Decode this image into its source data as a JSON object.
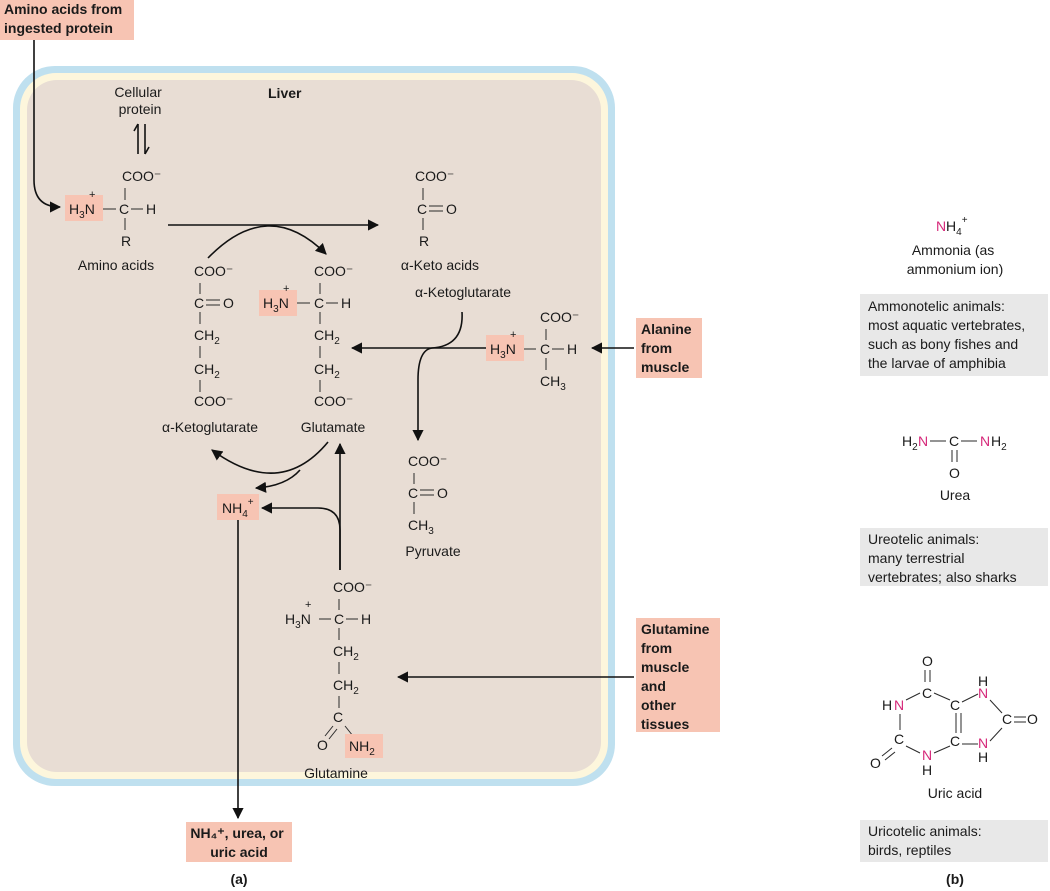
{
  "panel_a": {
    "label": "(a)",
    "liver_label": "Liver",
    "input_amino_acids": [
      "Amino acids from",
      "ingested protein"
    ],
    "cellular_protein": [
      "Cellular",
      "protein"
    ],
    "amino_acids_label": "Amino acids",
    "keto_acids_label": "α-Keto acids",
    "akg_top_label": "α-Ketoglutarate",
    "akg_left_label": "α-Ketoglutarate",
    "glutamate_label": "Glutamate",
    "pyruvate_label": "Pyruvate",
    "glutamine_label": "Glutamine",
    "alanine_source": [
      "Alanine",
      "from",
      "muscle"
    ],
    "glutamine_source": [
      "Glutamine",
      "from",
      "muscle",
      "and",
      "other",
      "tissues"
    ],
    "output_label": [
      "NH₄⁺, urea, or",
      "uric acid"
    ]
  },
  "panel_b": {
    "label": "(b)",
    "ammonia_caption": [
      "Ammonia (as",
      "ammonium ion)"
    ],
    "ammonotelic": [
      "Ammonotelic animals:",
      "most aquatic vertebrates,",
      "such as bony fishes and",
      "the larvae of amphibia"
    ],
    "urea_caption": "Urea",
    "ureotelic": [
      "Ureotelic animals:",
      "many terrestrial",
      "vertebrates; also sharks"
    ],
    "uric_caption": "Uric acid",
    "uricotelic": [
      "Uricotelic animals:",
      "birds, reptiles"
    ]
  },
  "colors": {
    "liver_fill": "#e8ddd4",
    "liver_border_outer": "#bfe0ef",
    "liver_border_inner": "#fdf6dc",
    "highlight": "#f7c4b3",
    "nitrogen": "#d6297a",
    "grey_box": "#e8e8e8"
  }
}
